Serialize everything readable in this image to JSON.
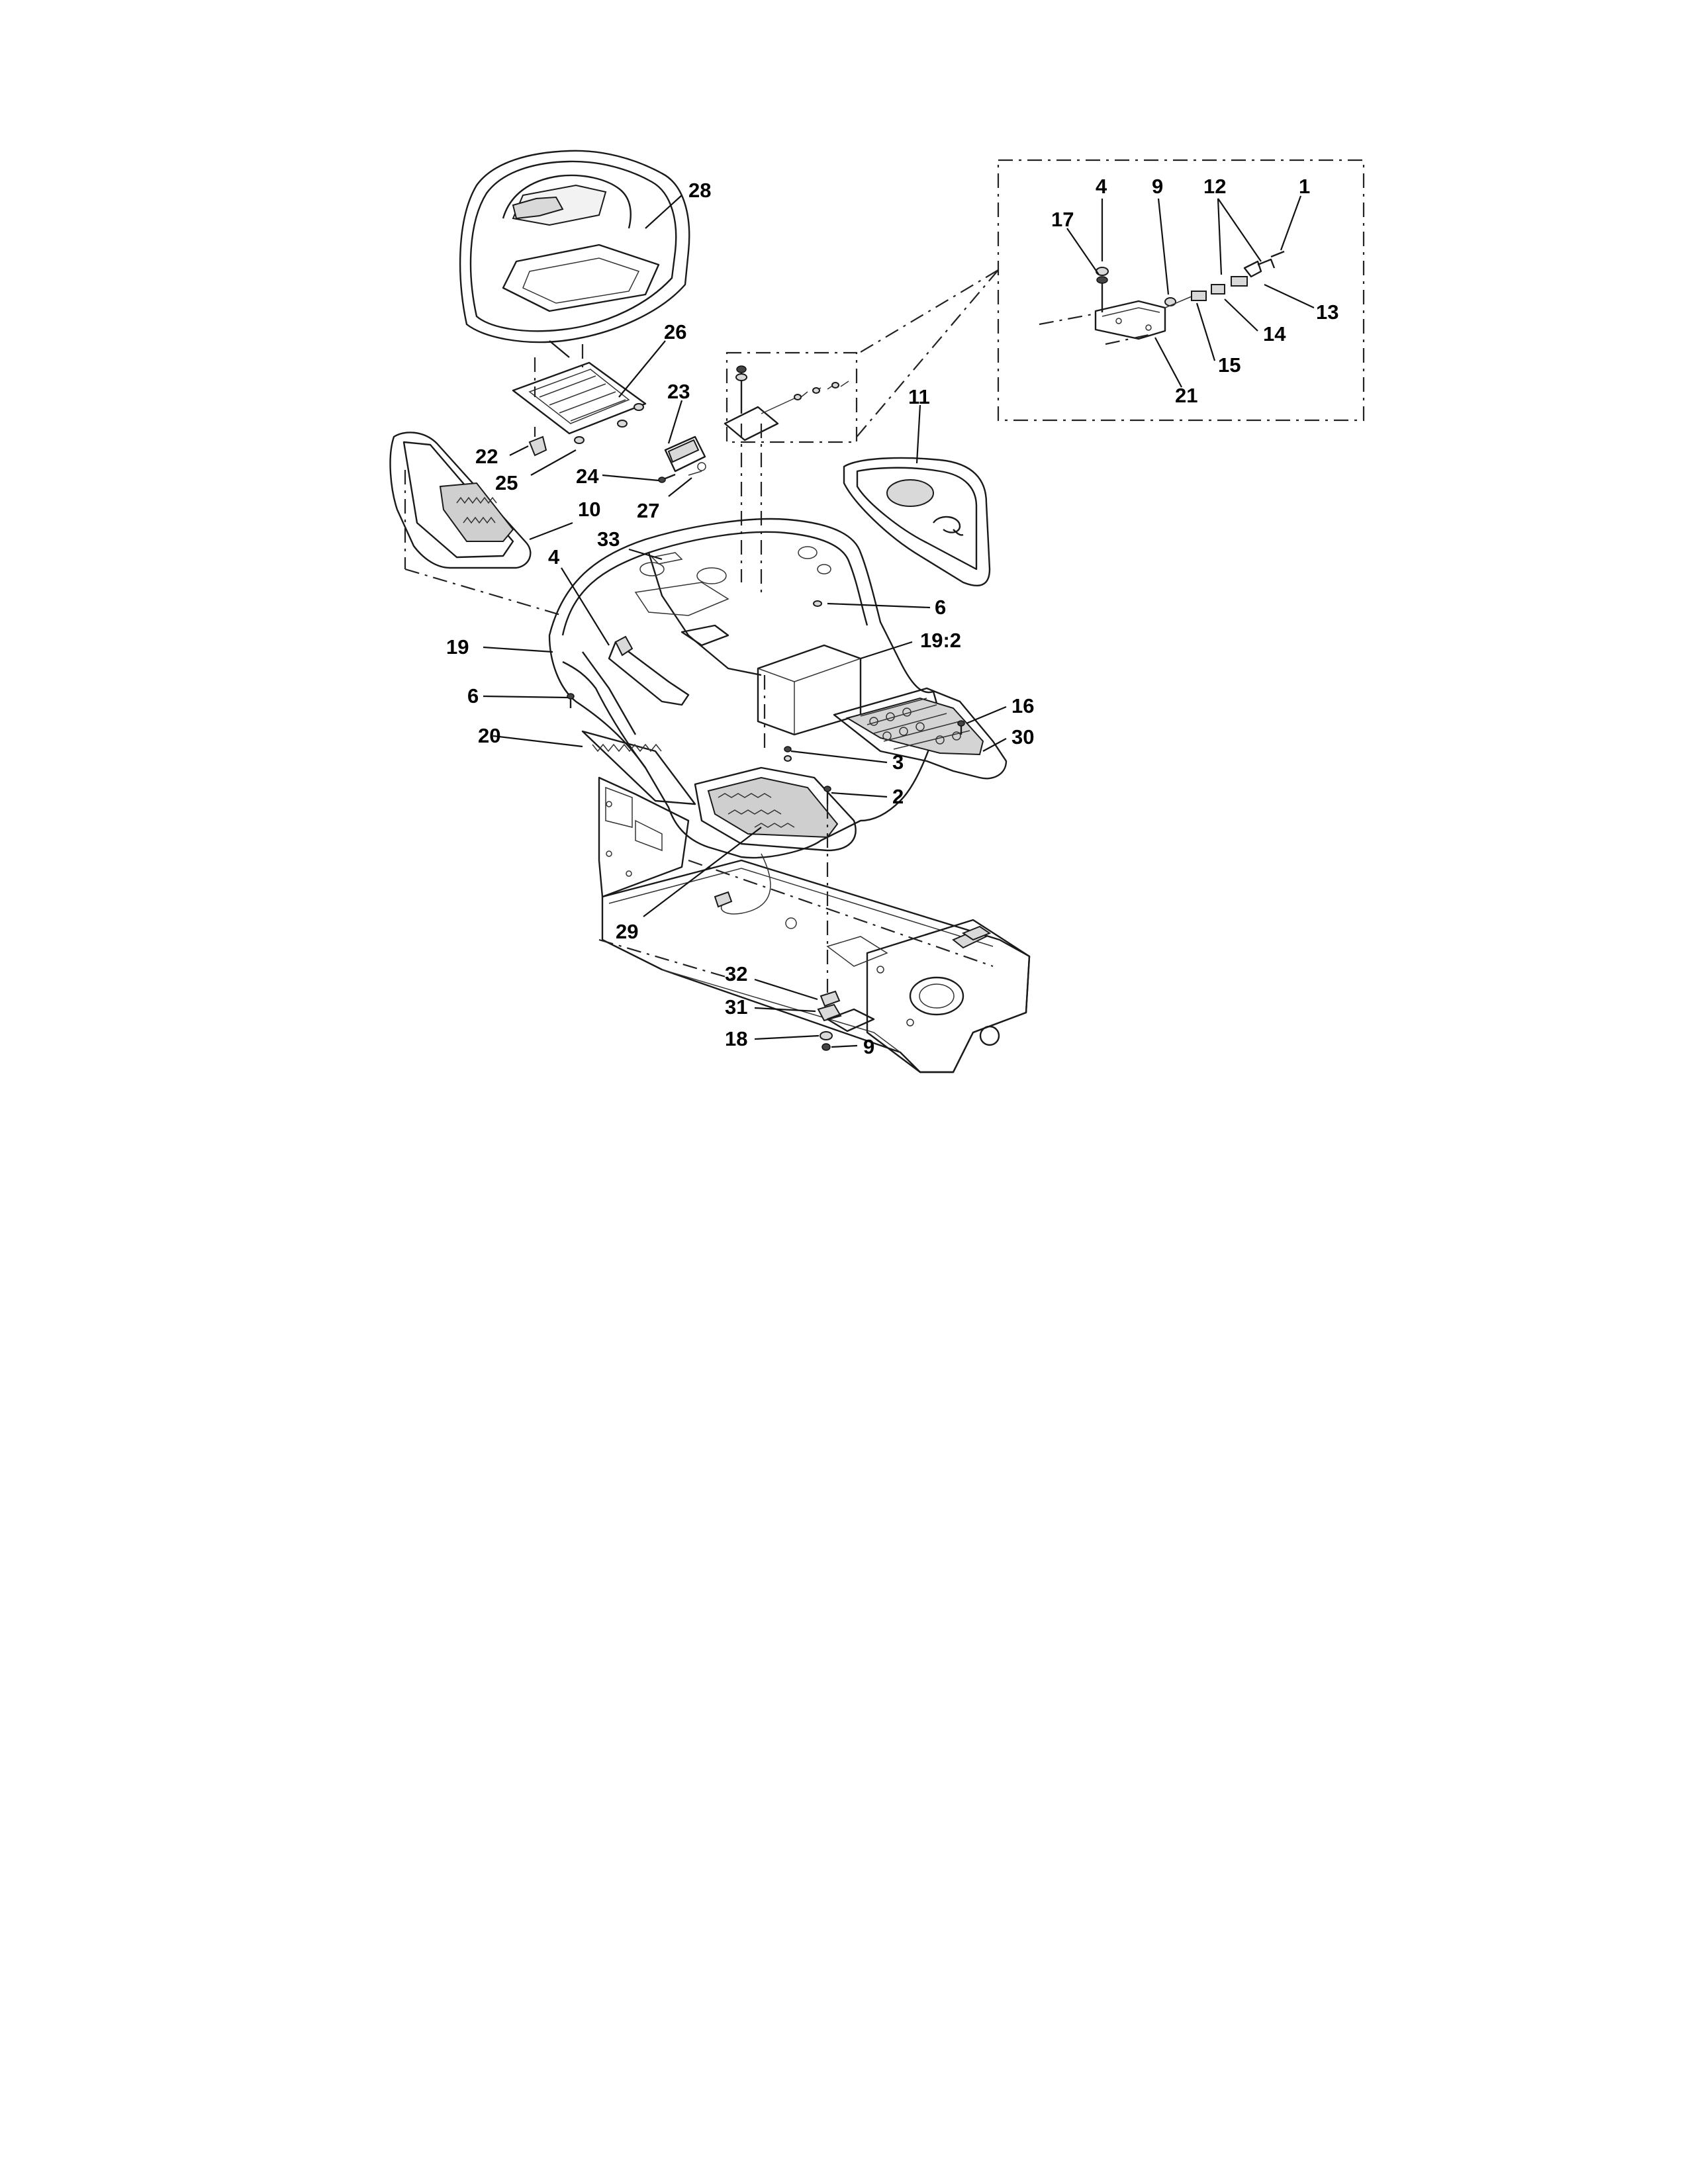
{
  "callouts": [
    {
      "id": "c28",
      "text": "28"
    },
    {
      "id": "c26",
      "text": "26"
    },
    {
      "id": "c23",
      "text": "23"
    },
    {
      "id": "c22",
      "text": "22"
    },
    {
      "id": "c25",
      "text": "25"
    },
    {
      "id": "c24",
      "text": "24"
    },
    {
      "id": "c27",
      "text": "27"
    },
    {
      "id": "c10",
      "text": "10"
    },
    {
      "id": "c11",
      "text": "11"
    },
    {
      "id": "c33",
      "text": "33"
    },
    {
      "id": "c4a",
      "text": "4"
    },
    {
      "id": "c6a",
      "text": "6"
    },
    {
      "id": "c19",
      "text": "19"
    },
    {
      "id": "c192",
      "text": "19:2"
    },
    {
      "id": "c6b",
      "text": "6"
    },
    {
      "id": "c20",
      "text": "20"
    },
    {
      "id": "c16",
      "text": "16"
    },
    {
      "id": "c30",
      "text": "30"
    },
    {
      "id": "c3",
      "text": "3"
    },
    {
      "id": "c2",
      "text": "2"
    },
    {
      "id": "c29",
      "text": "29"
    },
    {
      "id": "c32",
      "text": "32"
    },
    {
      "id": "c31",
      "text": "31"
    },
    {
      "id": "c18",
      "text": "18"
    },
    {
      "id": "c9a",
      "text": "9"
    },
    {
      "id": "c4b",
      "text": "4"
    },
    {
      "id": "c9b",
      "text": "9"
    },
    {
      "id": "c12",
      "text": "12"
    },
    {
      "id": "c1",
      "text": "1"
    },
    {
      "id": "c17",
      "text": "17"
    },
    {
      "id": "c13",
      "text": "13"
    },
    {
      "id": "c14",
      "text": "14"
    },
    {
      "id": "c15",
      "text": "15"
    },
    {
      "id": "c21",
      "text": "21"
    }
  ]
}
